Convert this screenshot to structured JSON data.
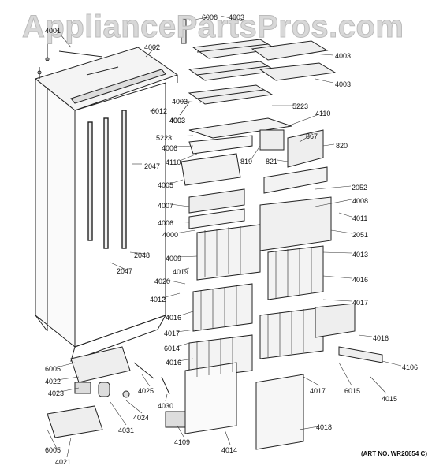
{
  "watermark": "AppliancePartsPros.com",
  "art_number": "(ART NO. WR20654 C)",
  "callouts": [
    "4001",
    "4002",
    "4003",
    "6006",
    "4003",
    "4003",
    "4003",
    "4003",
    "6012",
    "5223",
    "4110",
    "5223",
    "4006",
    "867",
    "820",
    "4110",
    "819",
    "821",
    "2047",
    "2052",
    "4005",
    "4008",
    "4007",
    "4011",
    "4006",
    "2051",
    "4000",
    "4009",
    "4013",
    "2048",
    "2047",
    "4019",
    "4016",
    "4020",
    "4012",
    "4017",
    "4016",
    "4017",
    "6014",
    "4016",
    "4016",
    "6005",
    "4022",
    "4025",
    "4106",
    "4023",
    "4017",
    "6015",
    "4015",
    "4024",
    "4030",
    "4031",
    "4018",
    "4109",
    "4014",
    "6005",
    "4021",
    "4003"
  ]
}
